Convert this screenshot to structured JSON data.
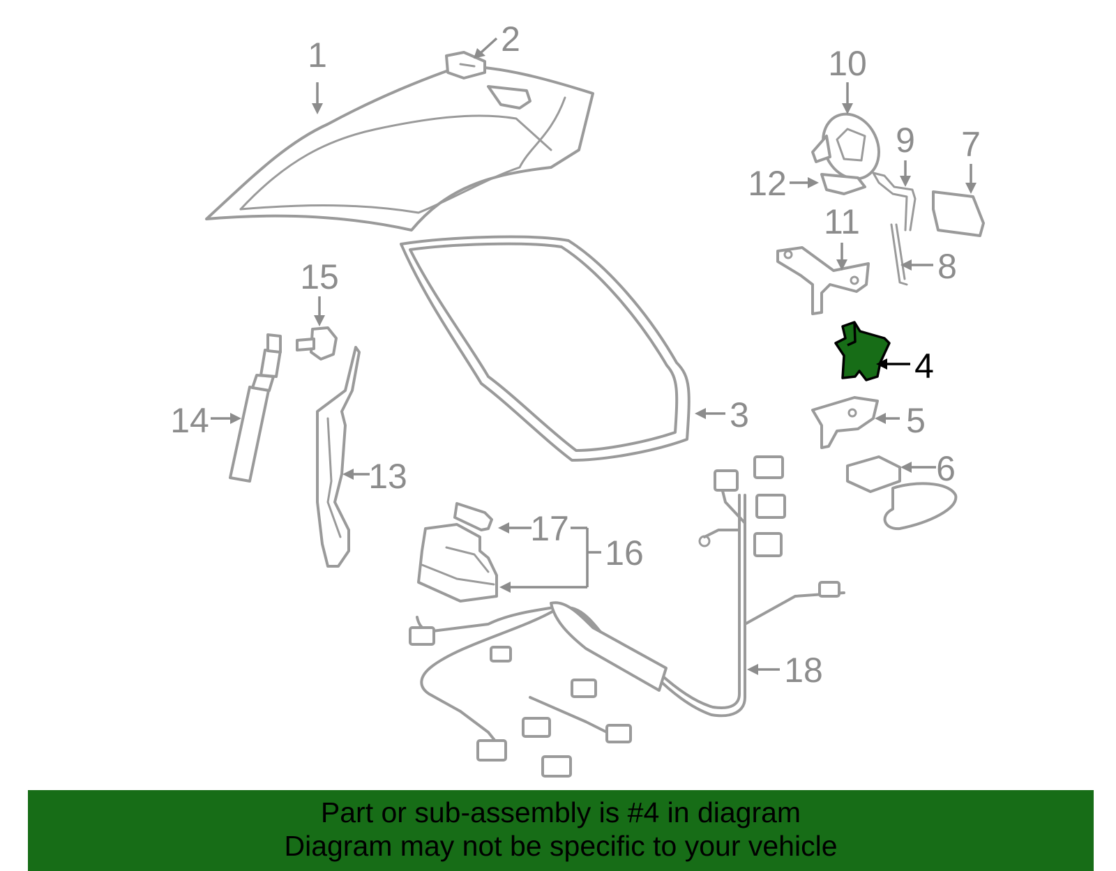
{
  "callouts": {
    "c1": "1",
    "c2": "2",
    "c3": "3",
    "c4": "4",
    "c5": "5",
    "c6": "6",
    "c7": "7",
    "c8": "8",
    "c9": "9",
    "c10": "10",
    "c11": "11",
    "c12": "12",
    "c13": "13",
    "c14": "14",
    "c15": "15",
    "c16": "16",
    "c17": "17",
    "c18": "18"
  },
  "highlight": {
    "part_number": "4",
    "color": "#176d17"
  },
  "colors": {
    "line_art": "#9a9a9a",
    "callout_text": "#8c8c8c",
    "banner_background": "#176d17"
  },
  "banner": {
    "line1": "Part or sub-assembly is #4 in diagram",
    "line2": "Diagram may not be specific to your vehicle"
  }
}
